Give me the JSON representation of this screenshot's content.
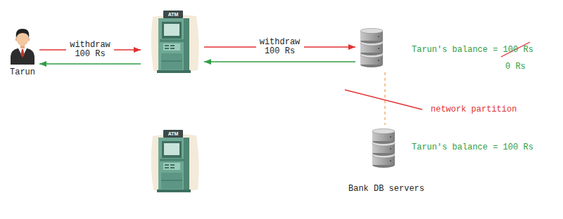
{
  "diagram": {
    "nodes": [
      {
        "text": [
          "Tarun"
        ]
      },
      {
        "text": [
          "ATM"
        ]
      },
      {
        "text": [
          "Tarun's balance = 100 Rs",
          "0 Rs"
        ]
      },
      {
        "text": [
          "ATM"
        ]
      },
      {
        "text": [
          "Tarun's balance = 100 Rs"
        ]
      }
    ],
    "edges": [
      {
        "from": 0,
        "to": 1,
        "arrow": "to",
        "label": "withdraw 100 Rs"
      },
      {
        "from": 1,
        "to": 0,
        "arrow": "to"
      },
      {
        "from": 1,
        "to": 2,
        "arrow": "to",
        "label": "withdraw 100 Rs"
      },
      {
        "from": 2,
        "to": 1,
        "arrow": "to"
      },
      {
        "from": 2,
        "to": 4,
        "arrow": "none"
      }
    ],
    "labels": [
      "network partition",
      "Bank DB servers"
    ]
  }
}
